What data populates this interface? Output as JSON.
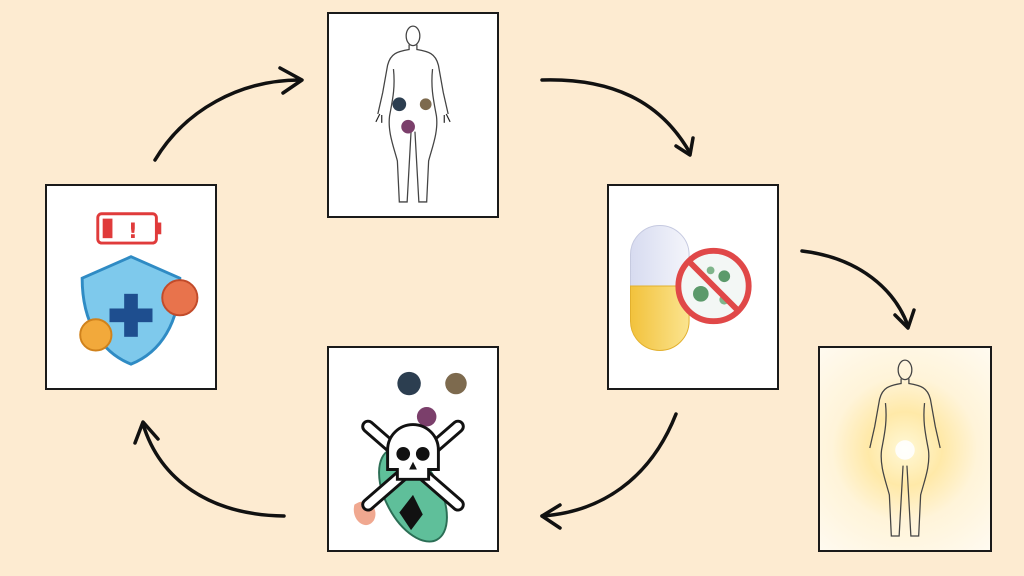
{
  "diagram": {
    "type": "cycle",
    "background_color": "#fdebd1",
    "panels": [
      {
        "id": "top",
        "icon": "body-with-microbes-icon"
      },
      {
        "id": "right",
        "icon": "antibiotic-capsule-icon"
      },
      {
        "id": "bottom-right",
        "icon": "glowing-body-icon"
      },
      {
        "id": "bottom",
        "icon": "dead-bacteria-icon"
      },
      {
        "id": "left",
        "icon": "weak-immunity-shield-icon"
      }
    ],
    "battery_alert_symbol": "!"
  }
}
